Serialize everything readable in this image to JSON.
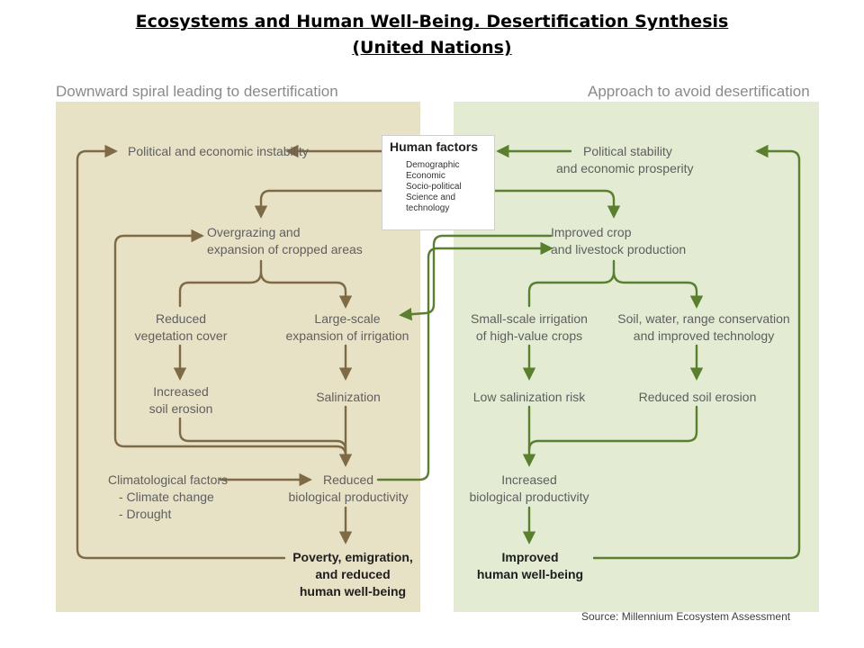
{
  "title": {
    "line1": "Ecosystems and Human Well-Being. Desertification Synthesis",
    "line2": "(United Nations)"
  },
  "left_panel": {
    "heading": "Downward spiral leading to desertification",
    "political": "Political and economic instability",
    "overgrazing": [
      "Overgrazing and",
      "expansion of cropped areas"
    ],
    "reduced_vegetation": [
      "Reduced",
      "vegetation cover"
    ],
    "large_scale": [
      "Large-scale",
      "expansion of irrigation"
    ],
    "soil_erosion": [
      "Increased",
      "soil erosion"
    ],
    "salinization": "Salinization",
    "climatological": [
      "Climatological factors",
      "- Climate change",
      "- Drought"
    ],
    "reduced_productivity": [
      "Reduced",
      "biological productivity"
    ],
    "poverty": [
      "Poverty, emigration,",
      "and reduced",
      "human well-being"
    ]
  },
  "human_factors": {
    "title": "Human factors",
    "items": [
      "Demographic",
      "Economic",
      "Socio-political",
      "Science and",
      "technology"
    ]
  },
  "right_panel": {
    "heading": "Approach to avoid desertification",
    "political": [
      "Political stability",
      "and economic prosperity"
    ],
    "improved_crop": [
      "Improved crop",
      "and livestock production"
    ],
    "small_scale": [
      "Small-scale irrigation",
      "of high-value crops"
    ],
    "conservation": [
      "Soil, water, range conservation",
      "and improved technology"
    ],
    "low_salinization": "Low salinization risk",
    "reduced_erosion": "Reduced soil erosion",
    "increased_productivity": [
      "Increased",
      "biological productivity"
    ],
    "improved_wellbeing": [
      "Improved",
      "human well-being"
    ]
  },
  "source": "Source: Millennium Ecosystem Assessment",
  "colors": {
    "left_panel_bg": "#e7e1c6",
    "right_panel_bg": "#e3ecd3",
    "left_arrow": "#7e6a45",
    "right_arrow": "#5a7f2e"
  }
}
